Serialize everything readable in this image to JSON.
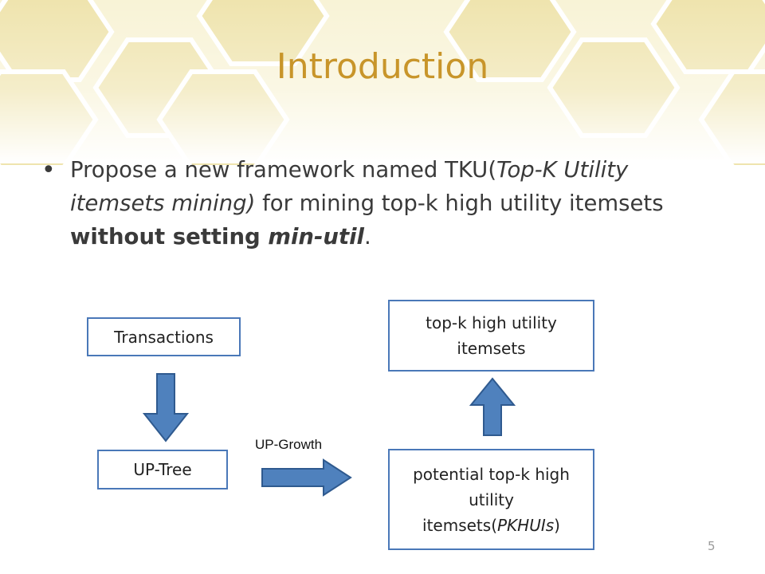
{
  "title": "Introduction",
  "bullet": {
    "lead": "Propose a new framework named TKU(",
    "lead_italic": "Top-K Utility itemsets mining)",
    "middle": " for mining top-k high utility itemsets ",
    "bold": "without setting ",
    "bold_italic": "min-util",
    "end": "."
  },
  "diagram": {
    "transactions": "Transactions",
    "up_tree": "UP-Tree",
    "top_k": "top-k high utility itemsets",
    "potential_line1": "potential top-k high utility itemsets(",
    "potential_italic": "PKHUIs",
    "potential_line2": ")",
    "edge_label": "UP-Growth"
  },
  "page_number": "5",
  "colors": {
    "title": "#c8952a",
    "box_border": "#4a78b8",
    "arrow_fill": "#4f81bd",
    "arrow_stroke": "#2f5a8f",
    "honeycomb": "#f2ebbd"
  }
}
